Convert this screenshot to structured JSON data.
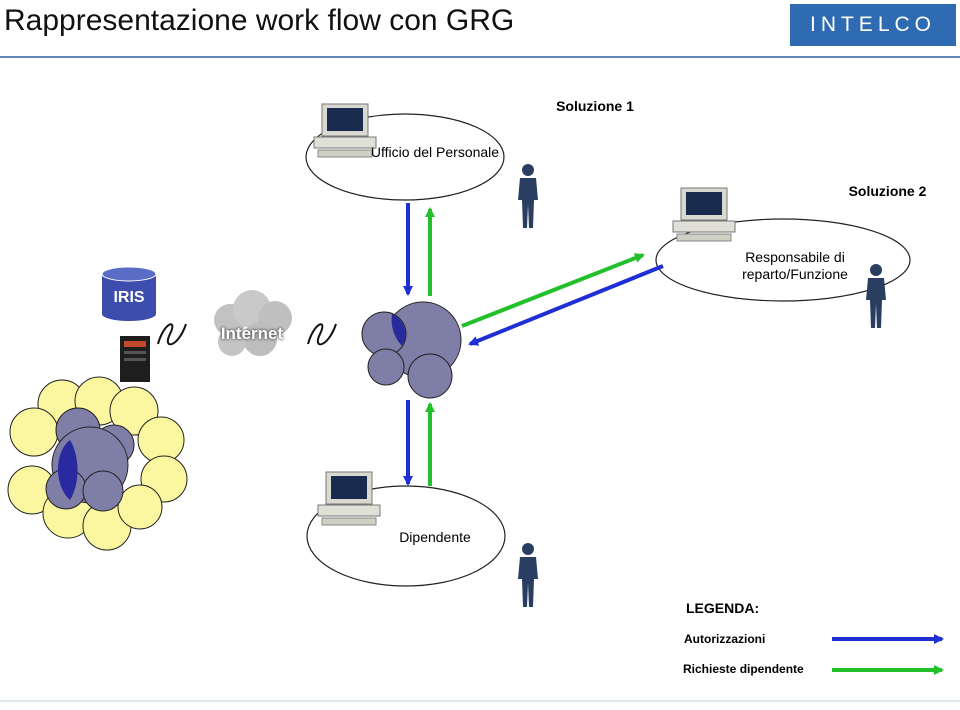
{
  "title": "Rappresentazione work flow con GRG",
  "logo": "INTELCO",
  "nodes": {
    "solution1": "Soluzione 1",
    "hr_office": "Ufficio del Personale",
    "solution2": "Soluzione 2",
    "manager": "Responsabile di reparto/Funzione",
    "employee": "Dipendente",
    "database": "IRIS",
    "network": "Internet"
  },
  "legend": {
    "title": "LEGENDA:",
    "items": [
      {
        "label": "Autorizzazioni",
        "color": "#1f2fd6"
      },
      {
        "label": "Richieste dipendente",
        "color": "#22c02a"
      }
    ]
  },
  "colors": {
    "accent_blue": "#2f6bb3",
    "arrow_blue": "#1f2fd6",
    "arrow_green": "#22c02a",
    "bubble_yellow": "#fbf7a0",
    "bubble_purple": "#7e7ea6",
    "bubble_dark": "#2a2aa0"
  },
  "icons": [
    "computer-icon",
    "person-icon",
    "database-icon",
    "server-icon",
    "cloud-icon",
    "squiggle-icon"
  ]
}
